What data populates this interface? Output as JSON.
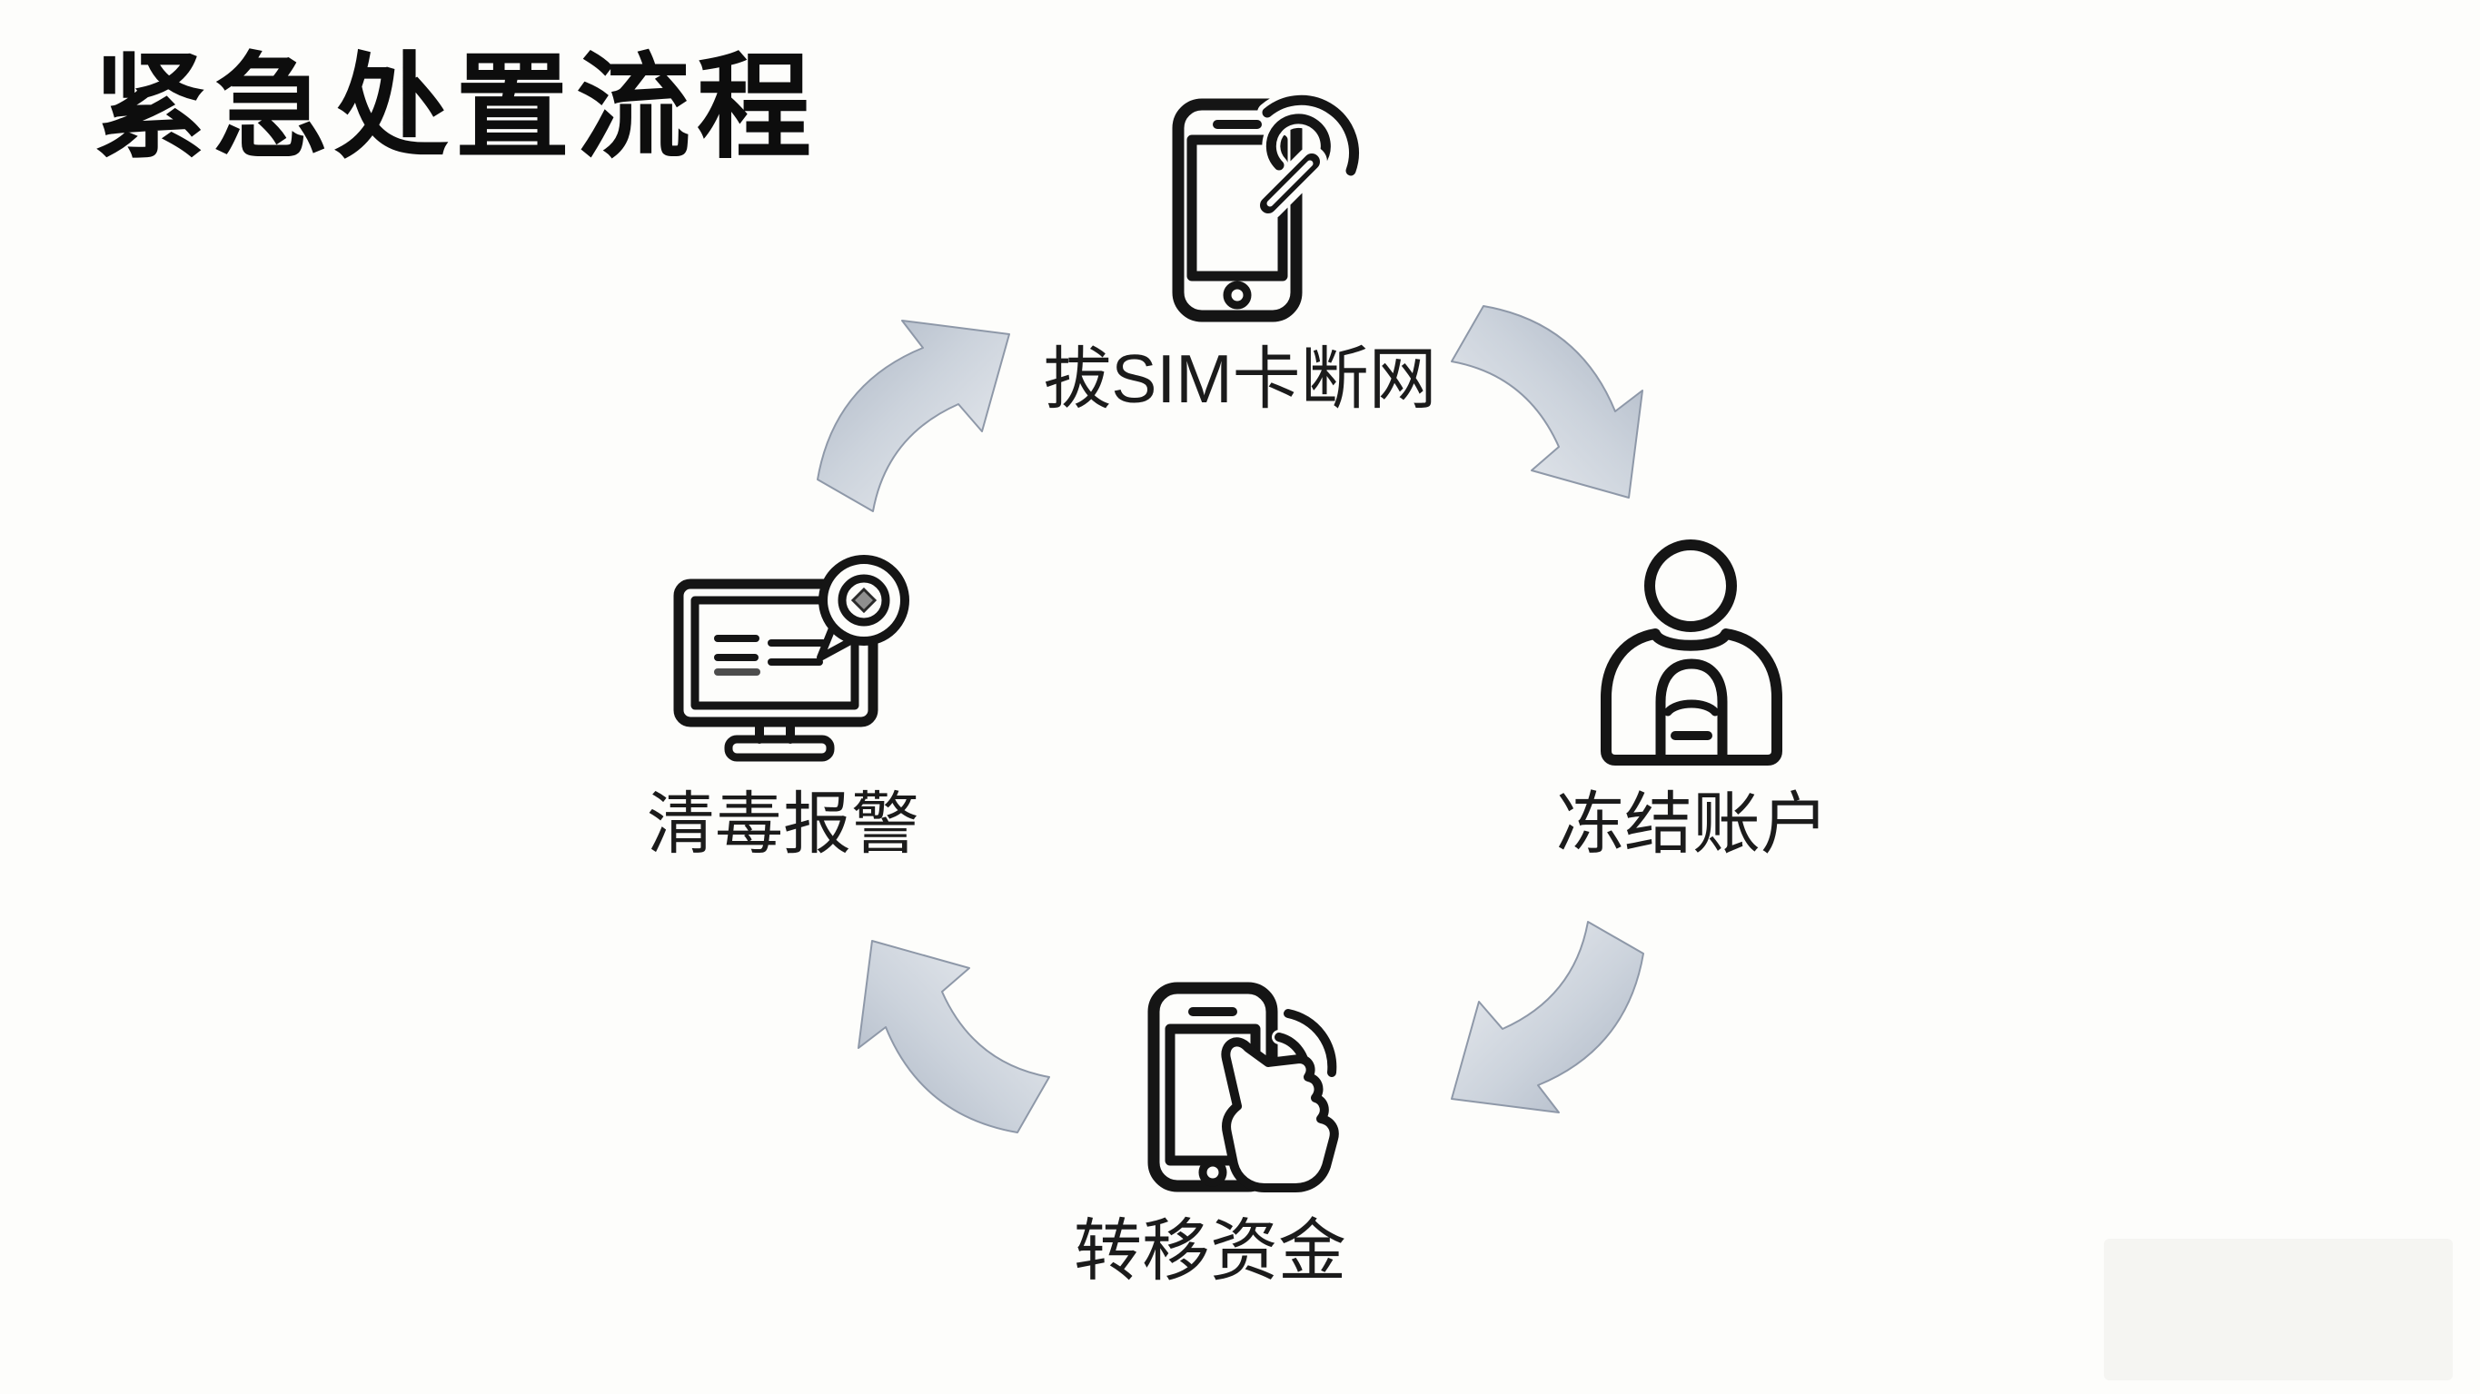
{
  "title": "紧急处置流程",
  "steps": [
    {
      "id": "pull-sim",
      "label": "拔SIM卡断网",
      "icon": "phone-sim-eject-icon",
      "position": "top"
    },
    {
      "id": "freeze-account",
      "label": "冻结账户",
      "icon": "person-account-icon",
      "position": "right"
    },
    {
      "id": "transfer-funds",
      "label": "转移资金",
      "icon": "phone-tap-icon",
      "position": "bottom"
    },
    {
      "id": "clean-and-report",
      "label": "清毒报警",
      "icon": "monitor-alert-icon",
      "position": "left"
    }
  ],
  "flow": {
    "type": "cycle",
    "direction": "clockwise",
    "order": [
      "拔SIM卡断网",
      "冻结账户",
      "转移资金",
      "清毒报警"
    ]
  },
  "arrows": [
    {
      "from": "清毒报警",
      "to": "拔SIM卡断网",
      "position": "top-left",
      "points": "up-right"
    },
    {
      "from": "拔SIM卡断网",
      "to": "冻结账户",
      "position": "top-right",
      "points": "down-right"
    },
    {
      "from": "冻结账户",
      "to": "转移资金",
      "position": "bottom-right",
      "points": "down-left"
    },
    {
      "from": "转移资金",
      "to": "清毒报警",
      "position": "bottom-left",
      "points": "up-left"
    }
  ],
  "colors": {
    "background": "#fdfdfb",
    "ink": "#151515",
    "arrow_fill_dark": "#aeb8c6",
    "arrow_fill_light": "#eef0f3",
    "arrow_border": "#8e98a8"
  }
}
